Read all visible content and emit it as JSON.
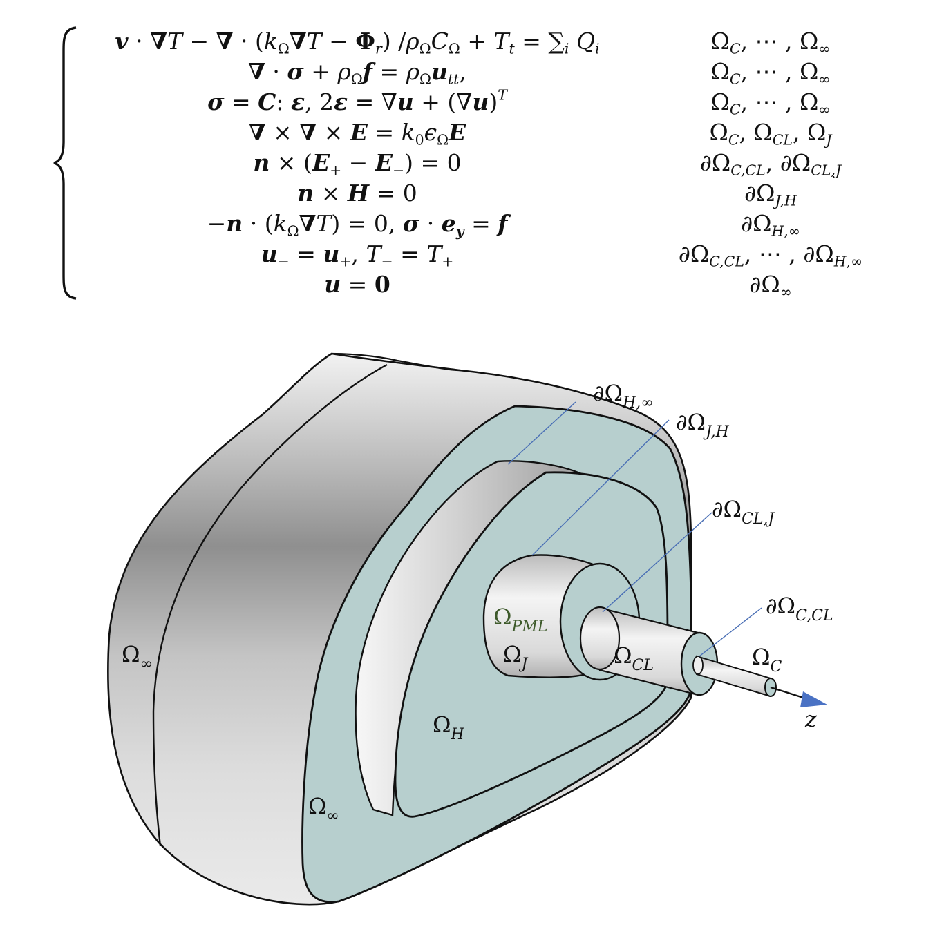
{
  "equations": {
    "rows": [
      {
        "lhs_text": "v·∇T − ∇·(kΩ∇T − Φr)/ρΩCΩ + Tt = Σi Qi",
        "domain_text": "ΩC, ⋯, Ω∞"
      },
      {
        "lhs_text": "∇·σ + ρΩf = ρΩutt,",
        "domain_text": "ΩC, ⋯, Ω∞"
      },
      {
        "lhs_text": "σ = C: ε, 2ε = ∇u + (∇u)T",
        "domain_text": "ΩC, ⋯, Ω∞"
      },
      {
        "lhs_text": "∇ × ∇ × E = k0ϵΩE",
        "domain_text": "ΩC, ΩCL, ΩJ"
      },
      {
        "lhs_text": "n × (E+ − E−) = 0",
        "domain_text": "∂ΩC,CL, ∂ΩCL,J"
      },
      {
        "lhs_text": "n × H = 0",
        "domain_text": "∂ΩJ,H"
      },
      {
        "lhs_text": "−n·(kΩ∇T) = 0, σ·ey = f",
        "domain_text": "∂ΩH,∞"
      },
      {
        "lhs_text": "u− = u+, T− = T+",
        "domain_text": "∂ΩC,CL, ⋯, ∂ΩH,∞"
      },
      {
        "lhs_text": "u = 0",
        "domain_text": "∂Ω∞"
      }
    ]
  },
  "diagram": {
    "boundary_labels": [
      {
        "base": "∂Ω",
        "sub": "H,∞"
      },
      {
        "base": "∂Ω",
        "sub": "J,H"
      },
      {
        "base": "∂Ω",
        "sub": "CL,J"
      },
      {
        "base": "∂Ω",
        "sub": "C,CL"
      }
    ],
    "region_labels": {
      "pml": {
        "base": "Ω",
        "sub": "PML"
      },
      "j": {
        "base": "Ω",
        "sub": "J"
      },
      "cl": {
        "base": "Ω",
        "sub": "CL"
      },
      "c": {
        "base": "Ω",
        "sub": "C"
      },
      "h": {
        "base": "Ω",
        "sub": "H"
      },
      "inf_side": {
        "base": "Ω",
        "sub": "∞"
      },
      "inf_front": {
        "base": "Ω",
        "sub": "∞"
      }
    },
    "axis_label": "z",
    "colors": {
      "face_fill": "#b7cfce",
      "leader_line": "#4a6fb5",
      "arrow": "#4a72c4",
      "pml_label": "#3e5a2b"
    }
  }
}
